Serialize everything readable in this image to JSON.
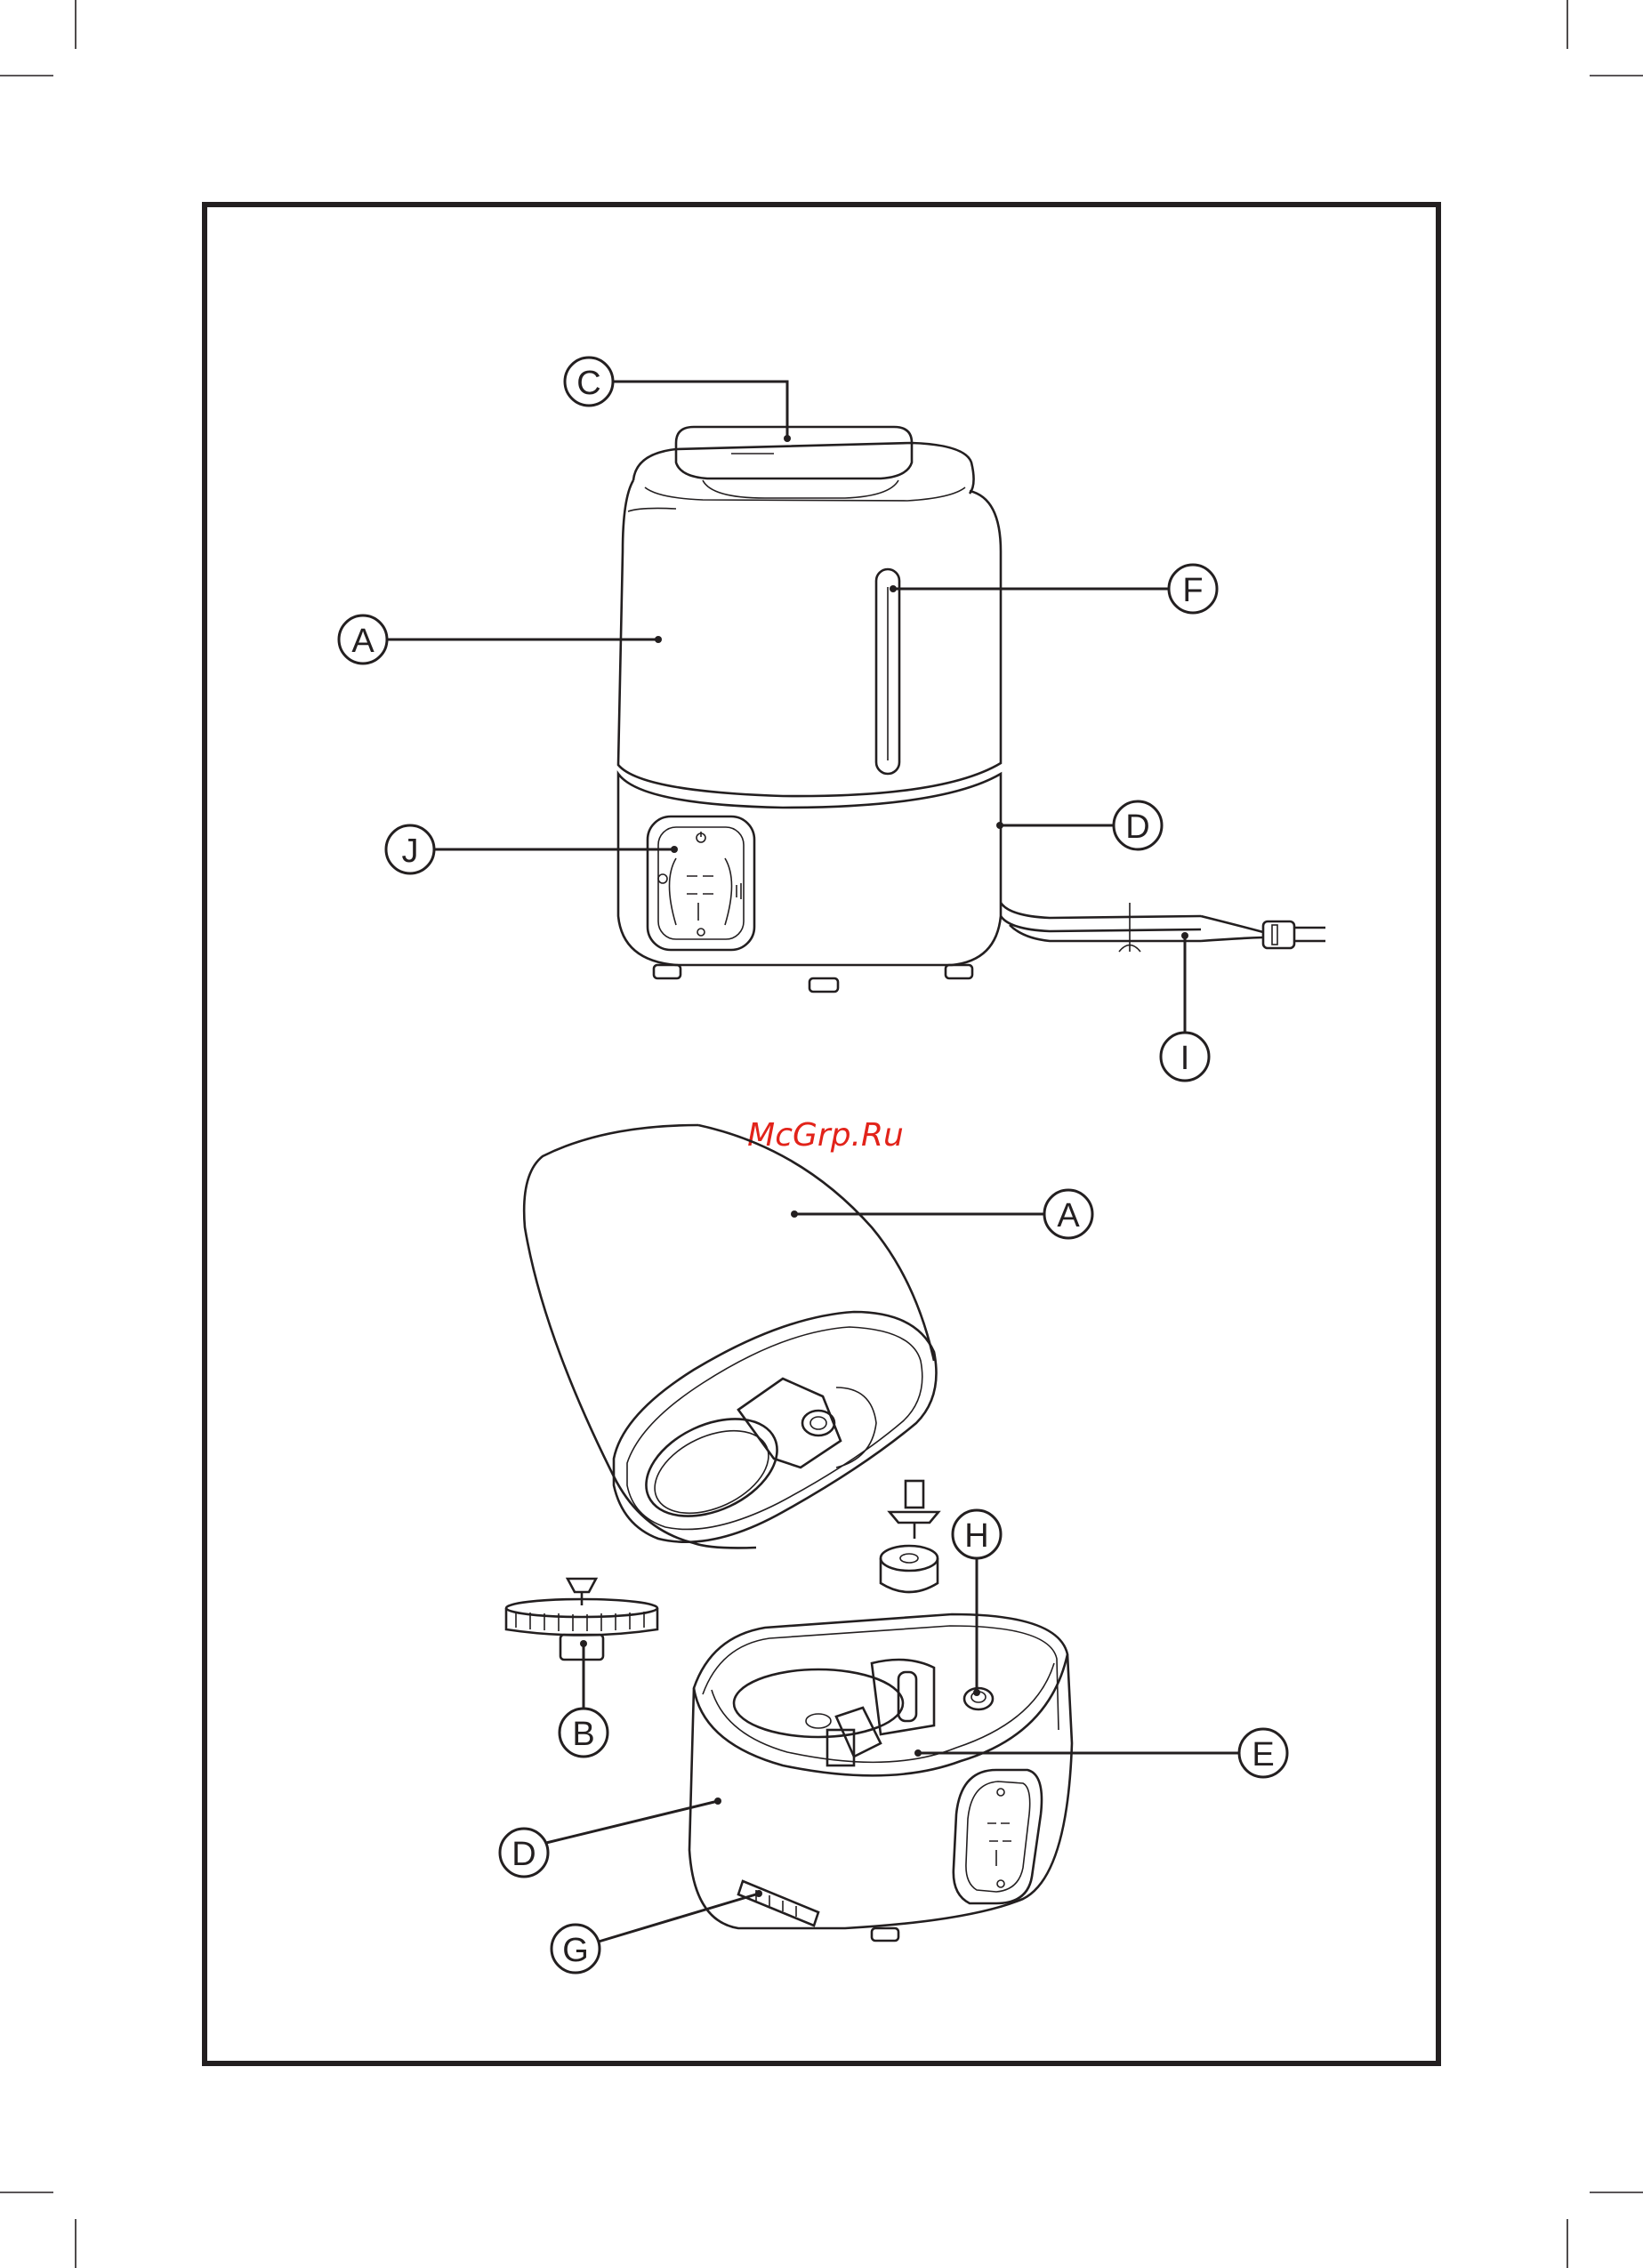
{
  "watermark": "McGrp.Ru",
  "callouts_top": {
    "c": "C",
    "f": "F",
    "a": "A",
    "d": "D",
    "j": "J",
    "i": "I"
  },
  "callouts_bottom": {
    "a": "A",
    "h": "H",
    "b": "B",
    "e": "E",
    "d": "D",
    "g": "G"
  },
  "colors": {
    "ink": "#231f20",
    "watermark": "#e2231a",
    "paper": "#ffffff"
  }
}
